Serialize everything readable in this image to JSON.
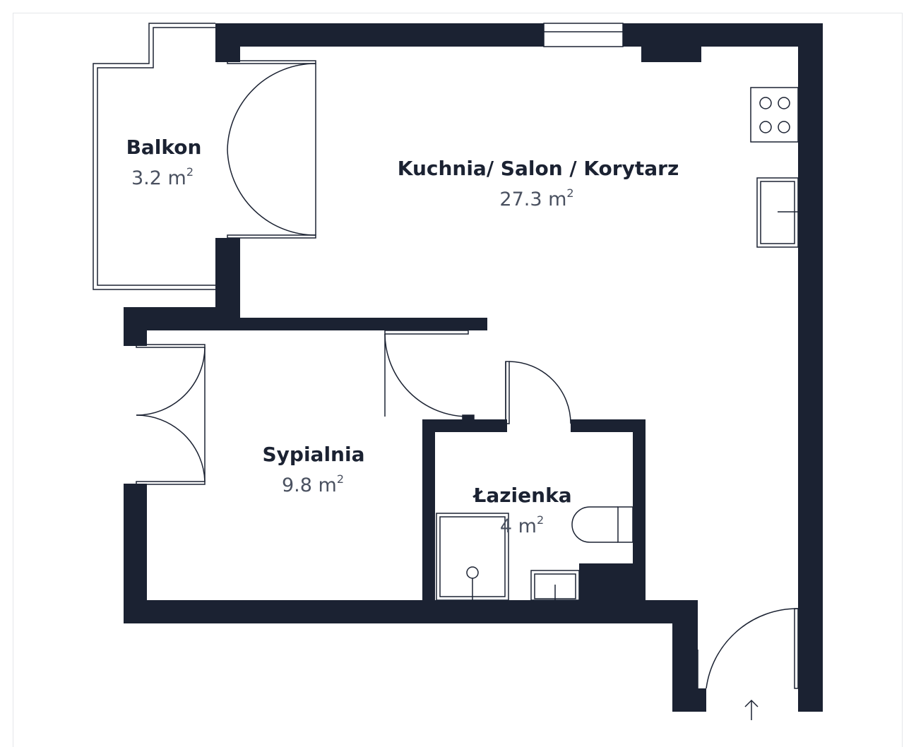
{
  "rooms": {
    "balkon": {
      "name": "Balkon",
      "area": "3.2 m",
      "unit_sup": "2"
    },
    "kuchnia": {
      "name": "Kuchnia/ Salon / Korytarz",
      "area": "27.3 m",
      "unit_sup": "2"
    },
    "sypialnia": {
      "name": "Sypialnia",
      "area": "9.8 m",
      "unit_sup": "2"
    },
    "lazienka": {
      "name": "Łazienka",
      "area": "4 m",
      "unit_sup": "2"
    }
  },
  "colors": {
    "wall": "#1b2232",
    "line": "#1b2232",
    "background": "#ffffff",
    "frame": "#e4e6ea"
  },
  "icons": [
    "cooktop-icon",
    "kitchen-sink-icon",
    "toilet-icon",
    "bathroom-sink-icon",
    "shower-icon",
    "entrance-arrow-icon"
  ]
}
